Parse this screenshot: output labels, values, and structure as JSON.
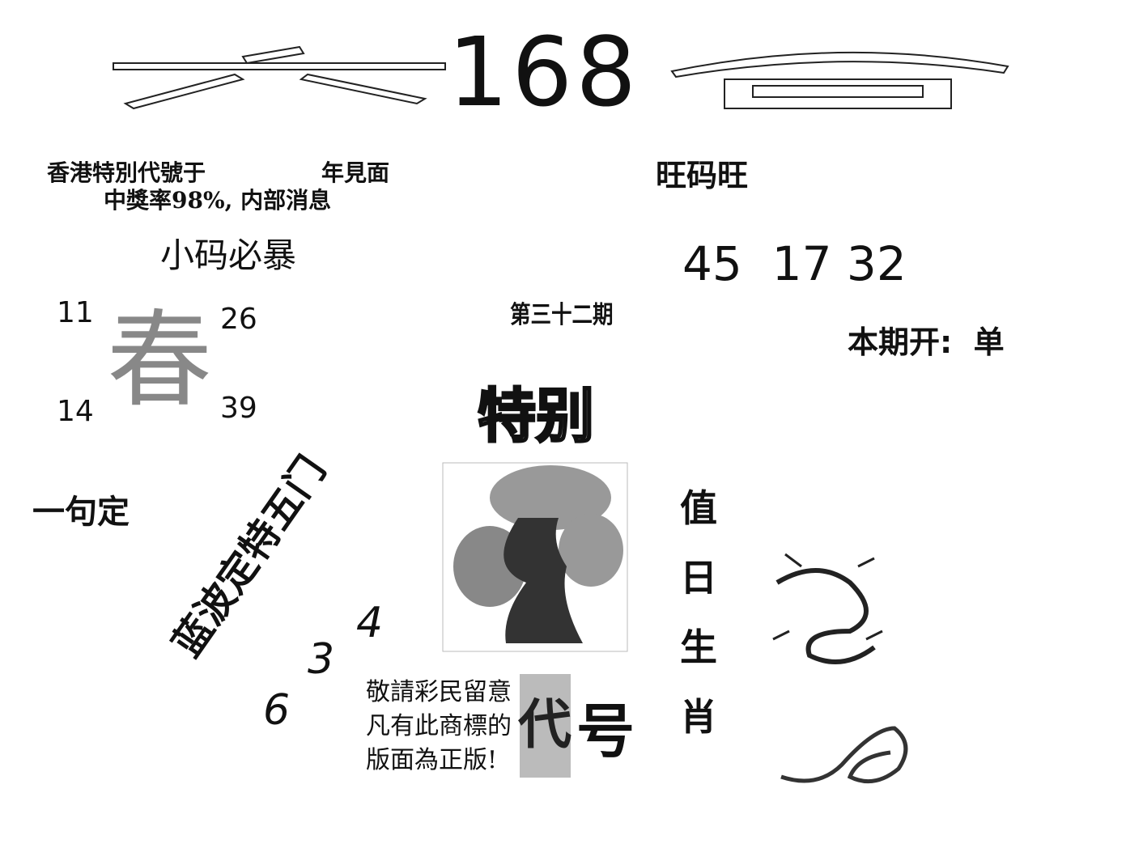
{
  "header": {
    "logo_number": "168"
  },
  "intro": {
    "line1_left": "香港特別代號于",
    "line1_right": "年見面",
    "line2": "中獎率98%, 内部消息",
    "small_code": "小码必暴"
  },
  "lucky": {
    "title": "旺码旺",
    "numbers": "45  17 32",
    "this_period": "本期开:  单"
  },
  "period": {
    "label": "第三十二期"
  },
  "spring": {
    "char": "春",
    "tl": "11",
    "tr": "26",
    "bl": "14",
    "br": "39"
  },
  "phrase": {
    "label": "一句定",
    "rotated": "蓝波定特五门"
  },
  "special": {
    "label": "特别"
  },
  "zodiac": {
    "chars": [
      "值",
      "日",
      "生",
      "肖"
    ]
  },
  "digits": [
    "6",
    "3",
    "4"
  ],
  "notice": {
    "lines": [
      "敬請彩民留意",
      "凡有此商標的",
      "版面為正版!"
    ]
  },
  "code_label": {
    "first": "代",
    "second": "号"
  }
}
